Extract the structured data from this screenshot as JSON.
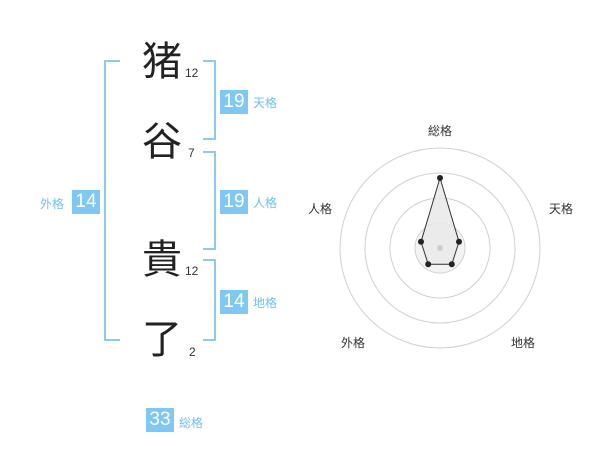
{
  "name": {
    "characters": [
      {
        "char": "猪",
        "strokes": "12"
      },
      {
        "char": "谷",
        "strokes": "7"
      },
      {
        "char": "貴",
        "strokes": "12"
      },
      {
        "char": "了",
        "strokes": "2"
      }
    ]
  },
  "fortune": {
    "tenkaku": {
      "value": "19",
      "label": "天格"
    },
    "jinkaku": {
      "value": "19",
      "label": "人格"
    },
    "chikaku": {
      "value": "14",
      "label": "地格"
    },
    "gaikaku": {
      "value": "14",
      "label": "外格"
    },
    "soukaku": {
      "value": "33",
      "label": "総格"
    }
  },
  "colors": {
    "accent": "#7fc8f4",
    "bracket": "#8ccbf0",
    "label": "#6ec0ef"
  },
  "chart_data": {
    "type": "radar",
    "axes": [
      "総格",
      "天格",
      "地格",
      "外格",
      "人格"
    ],
    "values": [
      0.7,
      0.2,
      0.2,
      0.2,
      0.2
    ],
    "range": [
      0,
      1
    ],
    "rings": 4,
    "grid": true,
    "polygon_fill": "#e9e9e9",
    "polygon_stroke": "#333333"
  }
}
